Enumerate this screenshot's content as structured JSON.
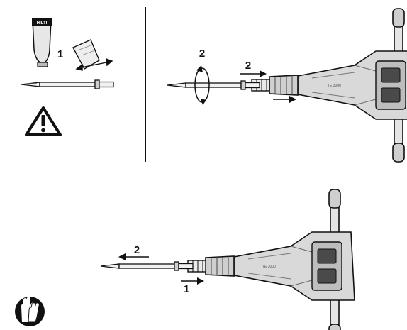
{
  "panel_top_left": {
    "step_label": "1",
    "tube_brand": "HILTI"
  },
  "panel_top_right": {
    "rotate_label": "2",
    "insert_label": "2"
  },
  "panel_bottom": {
    "pull_label": "2",
    "push_label": "1"
  },
  "breaker_body": {
    "marking": "TE 3000"
  },
  "icons": {
    "warning": "warning-triangle-icon",
    "gloves": "wear-gloves-icon"
  },
  "colors": {
    "line": "#111111",
    "body_gray": "#d6d6d6",
    "light_gray": "#e9e9e9",
    "dark_gray": "#555555"
  }
}
